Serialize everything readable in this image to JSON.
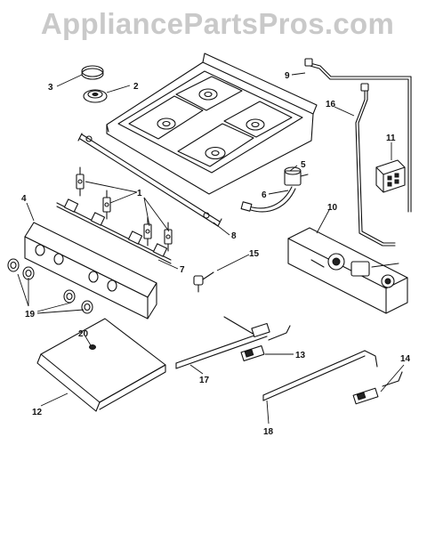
{
  "watermark": "AppliancePartsPros.com",
  "callouts": {
    "c1": "1",
    "c2": "2",
    "c3": "3",
    "c4": "4",
    "c5": "5",
    "c6": "6",
    "c7": "7",
    "c8": "8",
    "c9": "9",
    "c10": "10",
    "c11": "11",
    "c12": "12",
    "c13": "13",
    "c14": "14",
    "c15": "15",
    "c16": "16",
    "c17": "17",
    "c18": "18",
    "c19": "19",
    "c20": "20"
  }
}
